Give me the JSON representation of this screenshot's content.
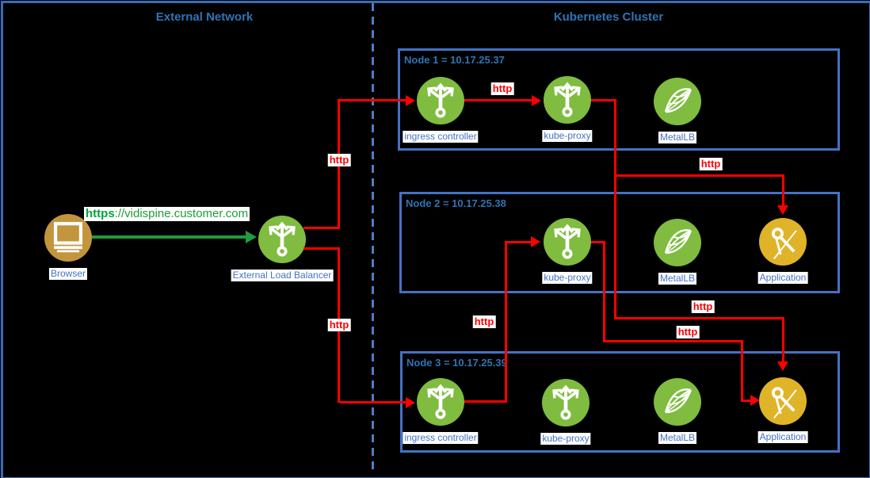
{
  "diagram": {
    "left_title": "External Network",
    "right_title": "Kubernetes Cluster"
  },
  "external": {
    "browser_label": "Browser",
    "load_balancer_label": "External Load Balancer",
    "url_scheme": "https",
    "url_rest": "://vidispine.customer.com"
  },
  "labels": {
    "http": "http"
  },
  "nodes": [
    {
      "title": "Node 1 = 10.17.25.37",
      "components": [
        {
          "label": "ingress controller"
        },
        {
          "label": "kube-proxy"
        },
        {
          "label": "MetalLB"
        }
      ]
    },
    {
      "title": "Node 2 = 10.17.25.38",
      "components": [
        {
          "label": "kube-proxy"
        },
        {
          "label": "MetalLB"
        },
        {
          "label": "Application"
        }
      ]
    },
    {
      "title": "Node 3 = 10.17.25.39",
      "components": [
        {
          "label": "ingress controller"
        },
        {
          "label": "kube-proxy"
        },
        {
          "label": "MetalLB"
        },
        {
          "label": "Application"
        }
      ]
    }
  ],
  "colors": {
    "background": "#000000",
    "node_border": "#4472C4",
    "outer_border": "#3A6CB4",
    "divider_blue": "#4A80C4",
    "title_text": "#2E74B5",
    "label_text": "#4472C4",
    "component_green": "#7FBC3F",
    "application_gold": "#E0B428",
    "browser_tan": "#C3953C",
    "http_red": "#FF0000",
    "https_green": "#1F9C3C"
  }
}
